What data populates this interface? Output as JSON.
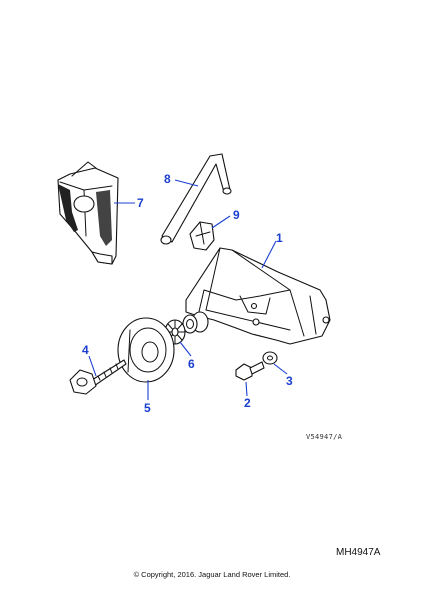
{
  "callouts": {
    "c1": "1",
    "c2": "2",
    "c3": "3",
    "c4": "4",
    "c5": "5",
    "c6": "6",
    "c7": "7",
    "c8": "8",
    "c9": "9"
  },
  "drawing_ref": "V54947/A",
  "diagram_code": "MH4947A",
  "copyright": "© Copyright, 2016. Jaguar Land Rover Limited.",
  "colors": {
    "callout": "#1a3fd0",
    "ink": "#111111",
    "background": "#ffffff"
  }
}
